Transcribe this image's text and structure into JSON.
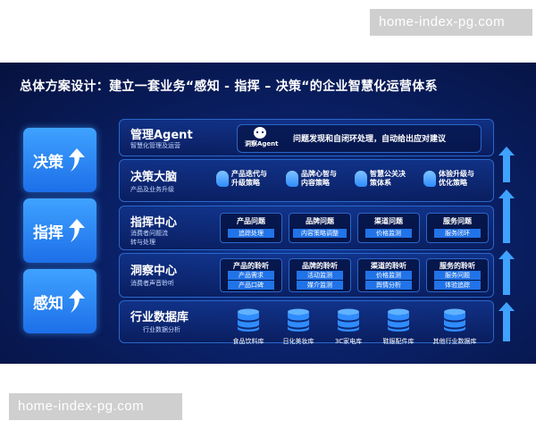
{
  "watermark": {
    "top": "home-index-pg.com",
    "bottom": "home-index-pg.com"
  },
  "title": "总体方案设计：建立一套业务“感知 - 指挥 – 决策“的企业智慧化运营体系",
  "left_buttons": [
    "决策",
    "指挥",
    "感知"
  ],
  "rows": {
    "agent": {
      "title": "管理Agent",
      "sub": "智慧化管理及运营",
      "agent_name": "洞察Agent",
      "text": "问题发现和自闭环处理，自动给出应对建议"
    },
    "brain": {
      "title": "决策大脑",
      "sub": "产品及业务升级",
      "items": [
        {
          "line1": "产品迭代与",
          "line2": "升级策略"
        },
        {
          "line1": "品牌心智与",
          "line2": "内容策略"
        },
        {
          "line1": "智慧公关决",
          "line2": "策体系"
        },
        {
          "line1": "体验升级与",
          "line2": "优化策略"
        }
      ]
    },
    "command": {
      "title": "指挥中心",
      "sub1": "消费者问题流",
      "sub2": "转与处理",
      "cards": [
        {
          "title": "产品问题",
          "tags": [
            "追踪处理"
          ]
        },
        {
          "title": "品牌问题",
          "tags": [
            "内容策略调整"
          ]
        },
        {
          "title": "渠道问题",
          "tags": [
            "价格监测"
          ]
        },
        {
          "title": "服务问题",
          "tags": [
            "服务闭环"
          ]
        }
      ]
    },
    "insight": {
      "title": "洞察中心",
      "sub": "消费者声音聆听",
      "cards": [
        {
          "title": "产品的聆听",
          "tags": [
            "产品需求",
            "产品口碑"
          ]
        },
        {
          "title": "品牌的聆听",
          "tags": [
            "活动监测",
            "媒介监测"
          ]
        },
        {
          "title": "渠道的聆听",
          "tags": [
            "价格监测",
            "舆情分析"
          ]
        },
        {
          "title": "服务的聆听",
          "tags": [
            "服务问题",
            "体验追踪"
          ]
        }
      ]
    },
    "database": {
      "title": "行业数据库",
      "sub": "行业数据分析",
      "items": [
        "食品饮料库",
        "日化美妆库",
        "3C家电库",
        "鞋服配件库",
        "其他行业数据库"
      ]
    }
  },
  "colors": {
    "accent": "#2173e8",
    "arrow": "#3fa2ff",
    "background": "#0a2066"
  }
}
